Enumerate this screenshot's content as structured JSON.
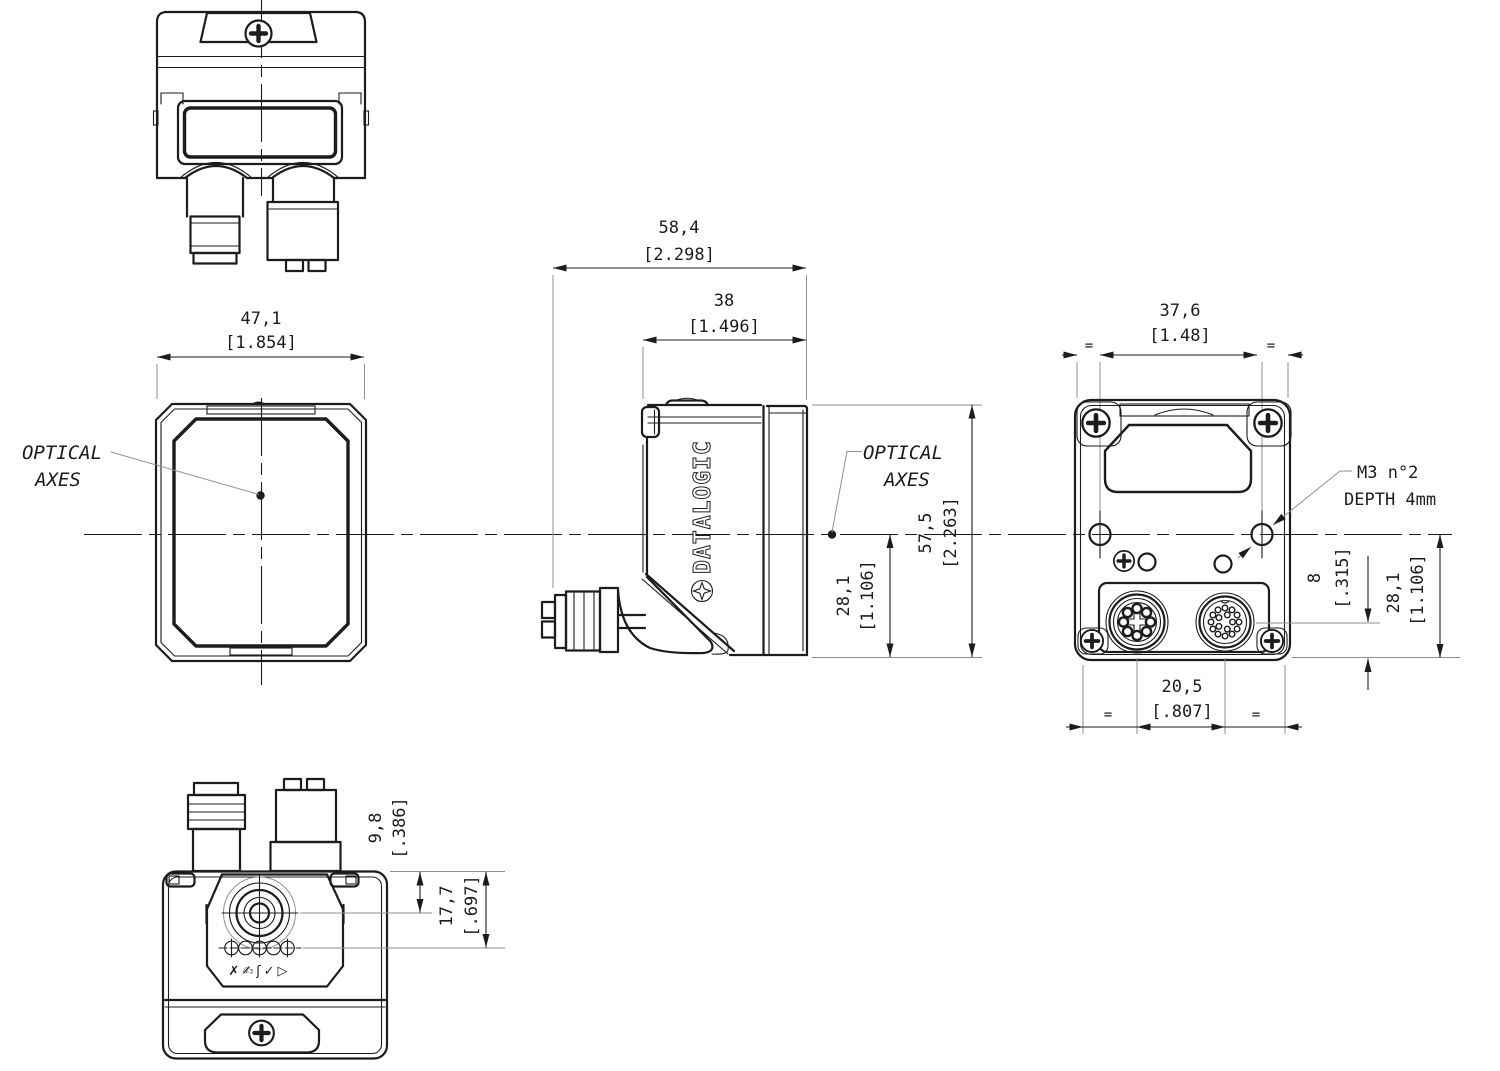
{
  "labels": {
    "optical_axes_line1": "OPTICAL",
    "optical_axes_line2": "AXES",
    "m3_note_line1": "M3 n°2",
    "m3_note_line2": "DEPTH 4mm",
    "equal_mark": "=",
    "brand_vertical": "DATALOGIC",
    "led_icons": "✗✍ʃ✓▷",
    "led_icon_names": [
      "cross",
      "hand",
      "s-curve",
      "check",
      "triangle"
    ]
  },
  "dimensions": {
    "front_width": {
      "mm": "47,1",
      "inch": "[1.854]"
    },
    "total_depth": {
      "mm": "58,4",
      "inch": "[2.298]"
    },
    "body_depth": {
      "mm": "38",
      "inch": "[1.496]"
    },
    "total_height": {
      "mm": "57,5",
      "inch": "[2.263]"
    },
    "axis_to_bottom": {
      "mm": "28,1",
      "inch": "[1.106]"
    },
    "mount_hole_spacing": {
      "mm": "37,6",
      "inch": "[1.48]"
    },
    "rear_axis_to_bottom": {
      "mm": "28,1",
      "inch": "[1.106]"
    },
    "connector_axis_to_bottom": {
      "mm": "8",
      "inch": "[.315]"
    },
    "connector_spacing": {
      "mm": "20,5",
      "inch": "[.807]"
    },
    "top_to_lens_axis": {
      "mm": "9,8",
      "inch": "[.386]"
    },
    "top_to_led_row": {
      "mm": "17,7",
      "inch": "[.697]"
    }
  },
  "colors": {
    "line": "#1c1c1c",
    "thin_line": "#8f8f8f",
    "background": "#ffffff"
  }
}
